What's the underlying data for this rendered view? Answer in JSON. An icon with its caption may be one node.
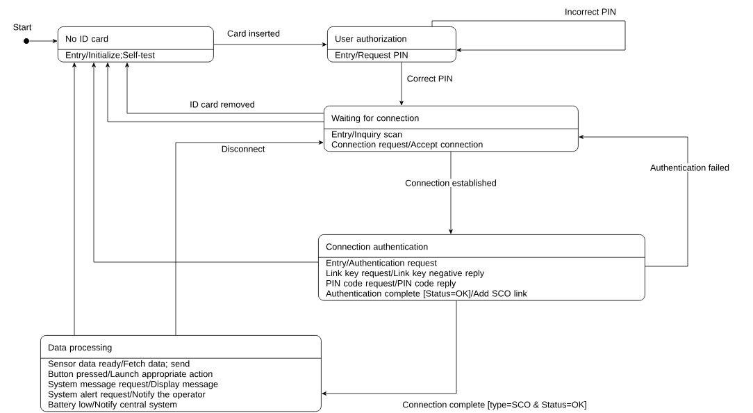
{
  "diagram": {
    "nodes": [
      {
        "text": [],
        "shape": "circle",
        "beside": [
          "Start"
        ]
      },
      {
        "text": [
          "No ID card",
          "Entry/Initialize;Self-test"
        ]
      },
      {
        "text": [
          "User authorization",
          "Entry/Request PIN"
        ]
      },
      {
        "text": [
          "Waiting for connection",
          "Entry/Inquiry scan",
          "Connection request/Accept connection"
        ]
      },
      {
        "text": [
          "Connection authentication",
          "Entry/Authentication request",
          "Link key request/Link key negative reply",
          "PIN code request/PIN code reply",
          "Authentication complete [Status=OK]/Add SCO link"
        ]
      },
      {
        "text": [
          "Data processing",
          "Sensor data ready/Fetch data; send",
          "Button pressed/Launch appropriate action",
          "System message request/Display message",
          "System alert request/Notify the operator",
          "Battery low/Notify central system"
        ]
      }
    ],
    "edges": [
      {
        "from": 0,
        "to": 1,
        "arrow": "to"
      },
      {
        "from": 1,
        "to": 2,
        "arrow": "to",
        "label": "Card inserted"
      },
      {
        "from": 2,
        "to": 2,
        "arrow": "to",
        "label": "Incorrect PIN"
      },
      {
        "from": 2,
        "to": 3,
        "arrow": "to",
        "label": "Correct PIN"
      },
      {
        "from": 3,
        "to": 1,
        "arrow": "to",
        "label": "ID card removed"
      },
      {
        "from": 3,
        "to": 1,
        "arrow": "to"
      },
      {
        "from": 3,
        "to": 4,
        "arrow": "to",
        "label": "Connection established"
      },
      {
        "from": 4,
        "to": 3,
        "arrow": "to",
        "label": "Authentication failed"
      },
      {
        "from": 4,
        "to": 5,
        "arrow": "to",
        "label": "Connection complete [type=SCO & Status=OK]"
      },
      {
        "from": 5,
        "to": 3,
        "arrow": "to",
        "label": "Disconnect"
      },
      {
        "from": 4,
        "to": 1,
        "arrow": "to"
      },
      {
        "from": 5,
        "to": 1,
        "arrow": "to"
      }
    ]
  }
}
